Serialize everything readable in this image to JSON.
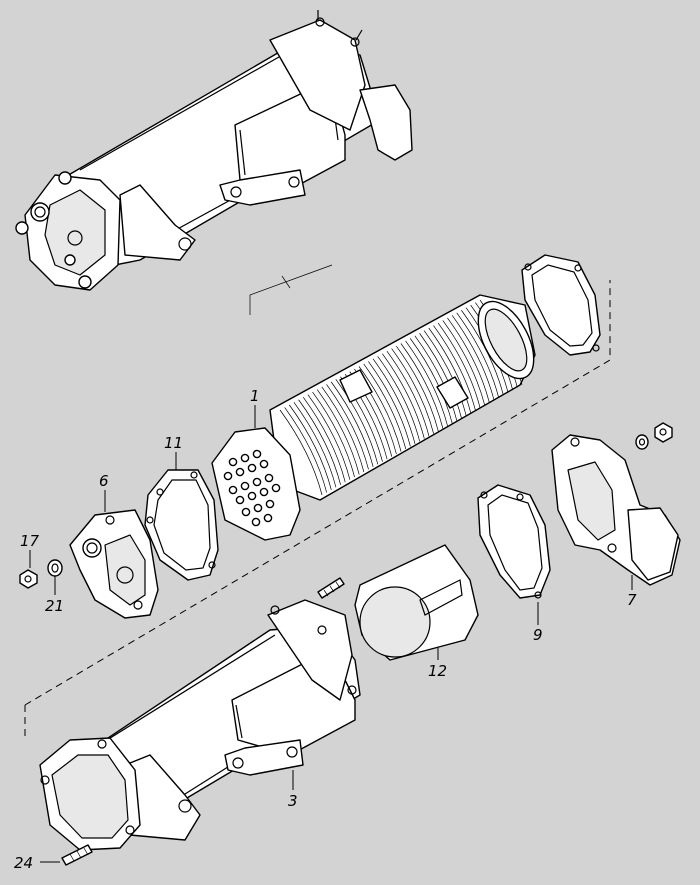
{
  "diagram": {
    "type": "exploded parts diagram",
    "background": "#d3d3d3",
    "callouts": [
      {
        "id": "c1",
        "number": "1"
      },
      {
        "id": "c11",
        "number": "11"
      },
      {
        "id": "c6",
        "number": "6"
      },
      {
        "id": "c17",
        "number": "17"
      },
      {
        "id": "c21",
        "number": "21"
      },
      {
        "id": "c12",
        "number": "12"
      },
      {
        "id": "c9",
        "number": "9"
      },
      {
        "id": "c7",
        "number": "7"
      },
      {
        "id": "c3",
        "number": "3"
      },
      {
        "id": "c24",
        "number": "24"
      }
    ]
  }
}
